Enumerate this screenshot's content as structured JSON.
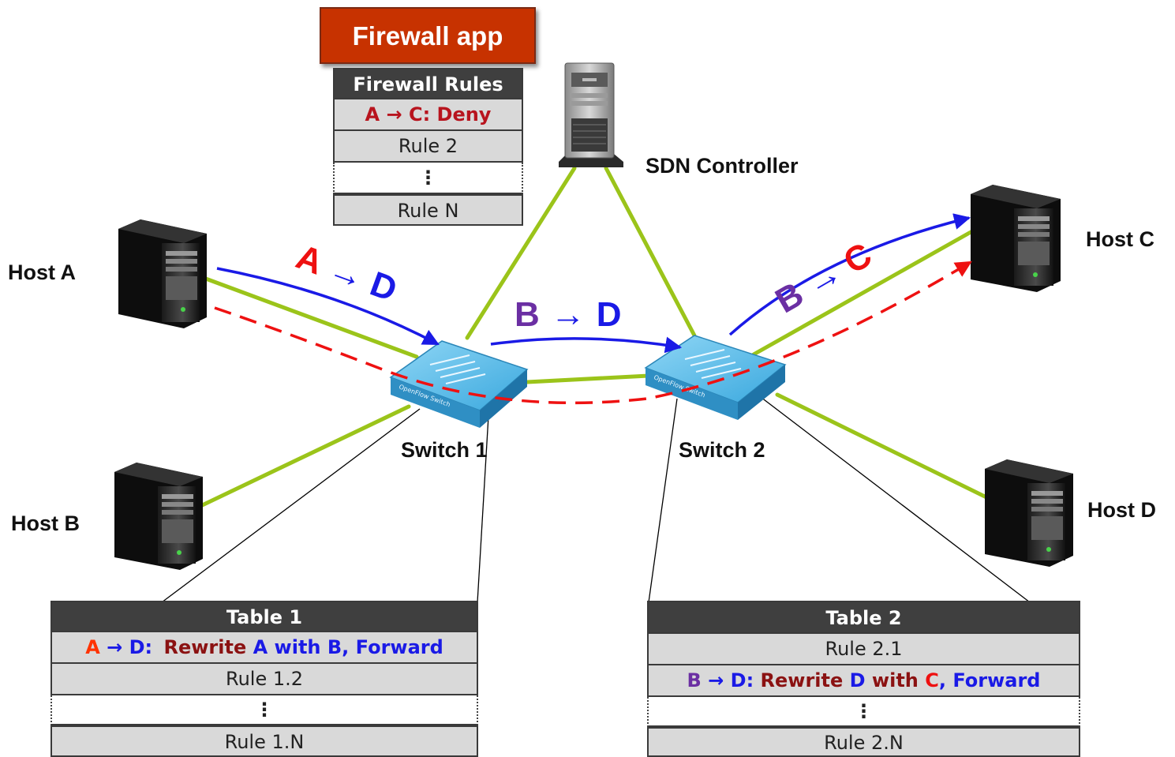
{
  "firewall_app": {
    "title": "Firewall app"
  },
  "firewall_rules": {
    "header": "Firewall Rules",
    "rule1": {
      "src": "A",
      "arrow": "→",
      "rest": "C: Deny"
    },
    "rule2": "Rule 2",
    "ellipsis": "⋮",
    "ruleN": "Rule N"
  },
  "labels": {
    "sdn_controller": "SDN Controller",
    "host_a": "Host A",
    "host_b": "Host B",
    "host_c": "Host C",
    "host_d": "Host D",
    "switch1": "Switch 1",
    "switch2": "Switch 2",
    "switch_device_text": "OpenFlow Switch"
  },
  "flows": {
    "a_to_d": {
      "src": "A",
      "arrow": "→",
      "dst": "D"
    },
    "b_to_d": {
      "src": "B",
      "arrow": "→",
      "dst": "D"
    },
    "b_to_c": {
      "src": "B",
      "arrow": "→",
      "dst": "C"
    }
  },
  "table1": {
    "header": "Table 1",
    "rule1": {
      "a": "A",
      "arrow": "→",
      "d": "D:",
      "rewrite": "Rewrite",
      "a2": "A",
      "with": "with",
      "b": "B,",
      "forward": "Forward"
    },
    "rule2": "Rule 1.2",
    "ellipsis": "⋮",
    "ruleN": "Rule 1.N"
  },
  "table2": {
    "header": "Table 2",
    "rule1": "Rule 2.1",
    "rule2": {
      "b": "B",
      "arrow": "→",
      "d": "D:",
      "rewrite": "Rewrite",
      "d2": "D",
      "with": "with",
      "c": "C",
      "forward": ", Forward"
    },
    "ellipsis": "⋮",
    "ruleN": "Rule 2.N"
  },
  "colors": {
    "link_green": "#9bc41a",
    "flow_blue": "#1a1ae6",
    "flow_red": "#ee1111",
    "purple": "#6b2fa3",
    "dark_red": "#8b1212",
    "orange_red": "#ff3300",
    "firewall_orange": "#c73200",
    "header_dark": "#3f3f3f",
    "row_gray": "#d9d9d9"
  }
}
